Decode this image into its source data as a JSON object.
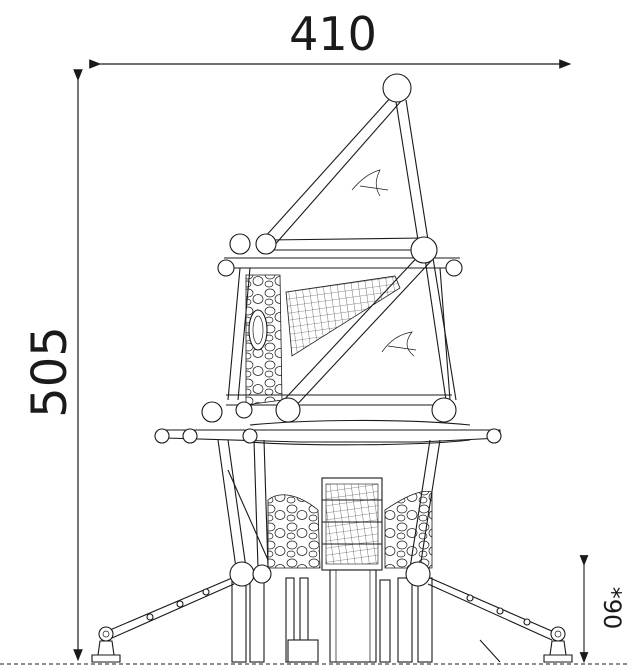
{
  "dimensions": {
    "width_label": "410",
    "height_label": "505",
    "depth_label": "*90"
  },
  "colors": {
    "line": "#1a1a1a",
    "background": "#ffffff"
  }
}
